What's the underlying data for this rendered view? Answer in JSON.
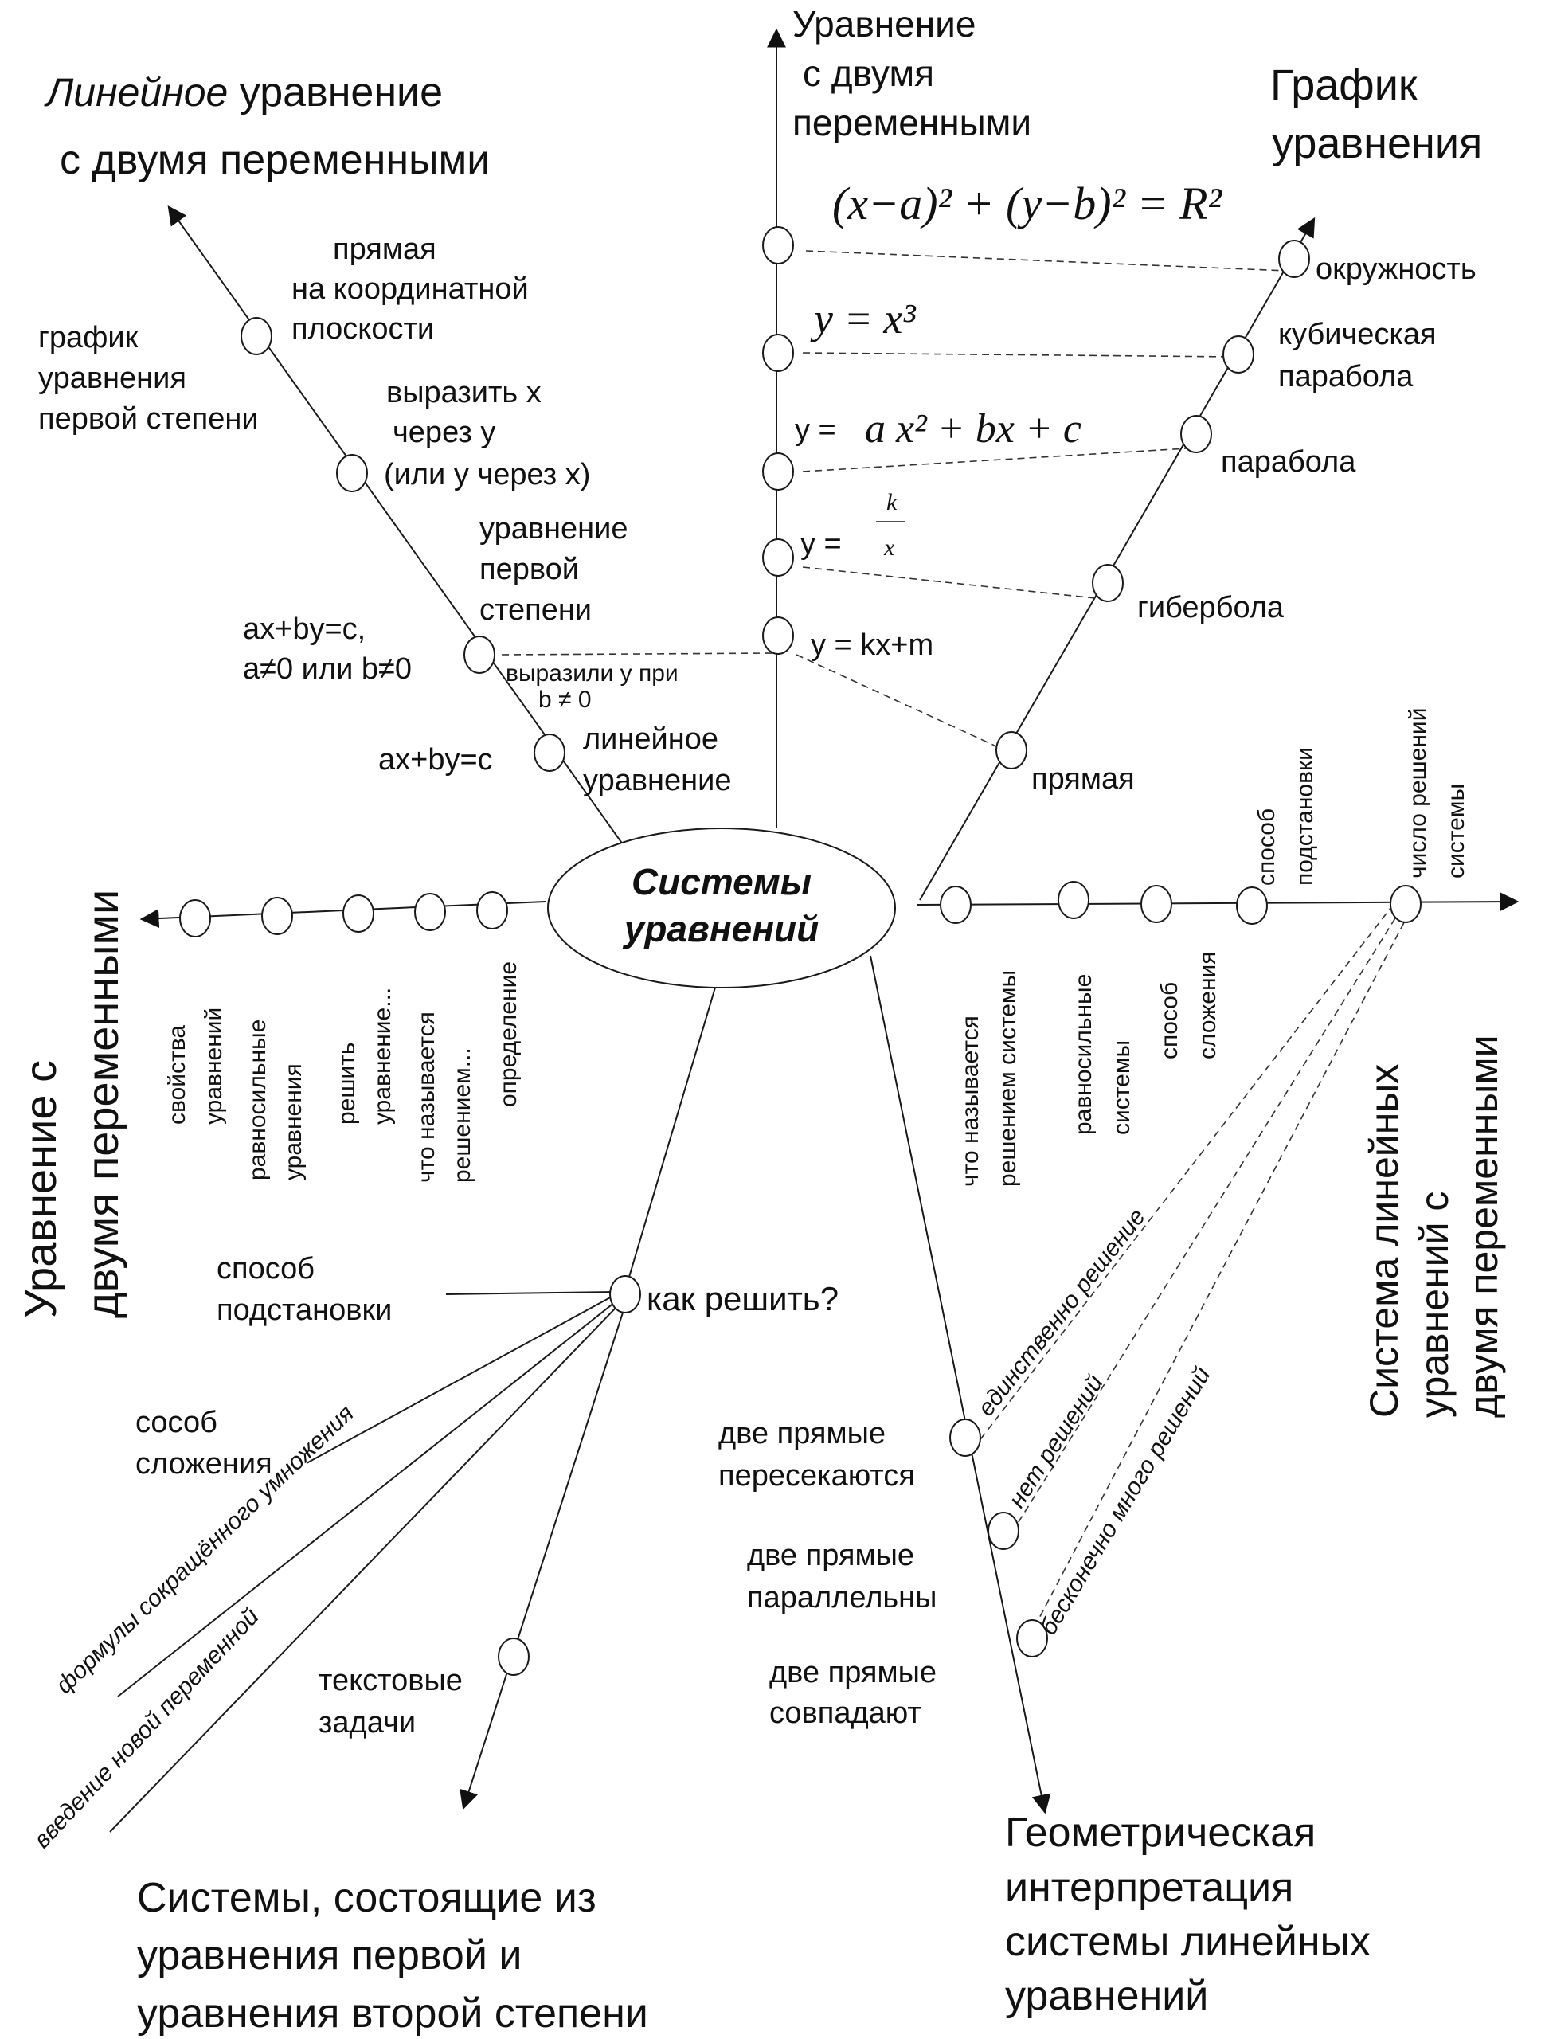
{
  "center": {
    "line1": "Системы",
    "line2": "уравнений"
  },
  "branches": {
    "linear_equation": {
      "title_italic": "Линейное",
      "title_rest": " уравнение",
      "title_line2": "с двумя переменными",
      "labels": {
        "graph_left": [
          "график",
          "уравнения",
          "первой степени"
        ],
        "line_on_plane": [
          "прямая",
          "на координатной",
          "плоскости"
        ],
        "express": [
          "выразить х",
          "через у",
          "(или у через х)"
        ],
        "first_degree": [
          "уравнение",
          "первой",
          "степени"
        ],
        "condition": [
          "ax+by=c,",
          "a≠0 или b≠0"
        ],
        "expressed_note": [
          "выразили у при",
          "b  ≠  0"
        ],
        "linear_formula": "ax+by=c",
        "linear_name": [
          "линейное",
          "уравнение"
        ]
      }
    },
    "two_var_equation_top": {
      "title": [
        "Уравнение",
        "с двумя",
        "переменными"
      ],
      "formulas": {
        "circle": "(x−a)² + (y−b)² = R²",
        "cubic": "y = x³",
        "quadratic_prefix": "y = ",
        "quadratic": "a x² + bx + c",
        "hyperbola_prefix": "y = ",
        "hyperbola_num": "k",
        "hyperbola_den": "x",
        "linear": "y = kx+m"
      }
    },
    "graph": {
      "title": [
        "График",
        "уравнения"
      ],
      "items": [
        "окружность",
        "кубическая",
        "парабола",
        "парабола",
        "гибербола",
        "прямая"
      ]
    },
    "left_axis": {
      "title": [
        "Уравнение с",
        "двумя переменными"
      ],
      "items": [
        [
          "свойства",
          "уравнений"
        ],
        [
          "равносильные",
          "уравнения"
        ],
        [
          "решить",
          "уравнение..."
        ],
        [
          "что называется",
          "решением..."
        ],
        [
          "определение"
        ]
      ]
    },
    "right_axis": {
      "title": [
        "Система линейных",
        "уравнений с",
        "двумя переменными"
      ],
      "items": [
        [
          "что называется",
          "решением системы"
        ],
        [
          "равносильные",
          "системы"
        ],
        [
          "способ",
          "сложения"
        ],
        [
          "способ",
          "подстановки"
        ],
        [
          "число решений",
          "системы"
        ]
      ]
    },
    "how_to_solve": {
      "node_label": "как решить?",
      "methods": {
        "substitution": [
          "способ",
          "подстановки"
        ],
        "addition": [
          "сособ",
          "сложения"
        ],
        "formulas": "формулы сокращённого умножения",
        "new_variable": "введение новой переменной",
        "word_problems": [
          "текстовые",
          "задачи"
        ]
      },
      "title": [
        "Системы, состоящие из",
        "уравнения первой и",
        "уравнения второй степени"
      ]
    },
    "geometric": {
      "items": [
        [
          "две прямые",
          "пересекаются"
        ],
        [
          "две прямые",
          "параллельны"
        ],
        [
          "две прямые",
          "совпадают"
        ]
      ],
      "solution_counts": [
        "единственно решение",
        "нет решений",
        "бесконечно много решений"
      ],
      "title": [
        "Геометрическая",
        "интерпретация",
        "системы линейных",
        "уравнений"
      ]
    }
  }
}
